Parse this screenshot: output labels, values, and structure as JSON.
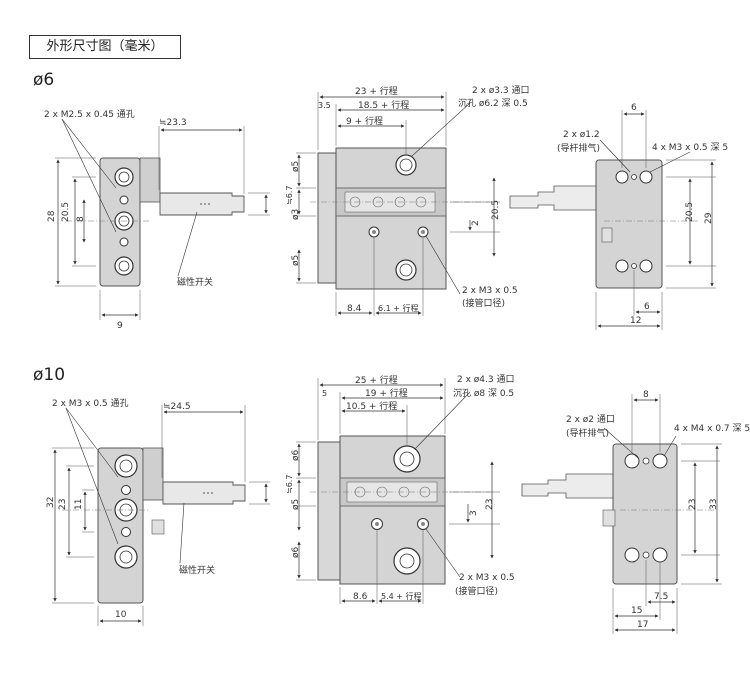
{
  "title": "外形尺寸图（毫米）",
  "sizes": [
    {
      "heading": "ø6",
      "left_view": {
        "tap_hole": "2 x M2.5 x 0.45 通孔",
        "switch_dim": "≒23.3",
        "switch_height": "≒6.7",
        "height": "28",
        "pitch": "20.5",
        "offset": "8",
        "width": "9",
        "switch_label": "磁性开关"
      },
      "center_view": {
        "overall": "23 + 行程",
        "flange": "3.5",
        "body": "18.5 + 行程",
        "inner": "9 + 行程",
        "port_hole": "2 x ø3.3 通口",
        "counterbore": "沉孔 ø6.2 深 0.5",
        "d_top": "ø5",
        "d_mid": "ø3",
        "d_bot": "ø5",
        "pitch": "20.5",
        "gap": "2",
        "port": "2 x M3 x 0.5",
        "port_note": "(接管口径)",
        "base": "8.4",
        "stroke": "6.1 + 行程"
      },
      "right_view": {
        "top_width": "6",
        "guide_hole": "2 x ø1.2",
        "guide_note": "(导杆排气)",
        "thread": "4 x M3 x 0.5 深 5",
        "pitch": "20.5",
        "height": "29",
        "offset": "6",
        "width": "12"
      }
    },
    {
      "heading": "ø10",
      "left_view": {
        "tap_hole": "2 x M3 x 0.5 通孔",
        "switch_dim": "≒24.5",
        "switch_height": "≒6.7",
        "height": "32",
        "pitch": "23",
        "offset": "11",
        "width": "10",
        "switch_label": "磁性开关"
      },
      "center_view": {
        "overall": "25 + 行程",
        "flange": "5",
        "body": "19 + 行程",
        "inner": "10.5 + 行程",
        "port_hole": "2 x ø4.3 通口",
        "counterbore": "沉孔 ø8 深 0.5",
        "d_top": "ø6",
        "d_mid": "ø5",
        "d_bot": "ø6",
        "gap": "3",
        "pitch": "23",
        "port": "2 x M3 x 0.5",
        "port_note": "(接管口径)",
        "base": "8.6",
        "stroke": "5.4 + 行程"
      },
      "right_view": {
        "top_width": "8",
        "guide_hole": "2 x ø2 通口",
        "guide_note": "(导杆排气)",
        "thread": "4 x M4 x 0.7 深 5",
        "pitch": "23",
        "height": "33",
        "offset": "7.5",
        "inner_width": "15",
        "width": "17"
      }
    }
  ]
}
